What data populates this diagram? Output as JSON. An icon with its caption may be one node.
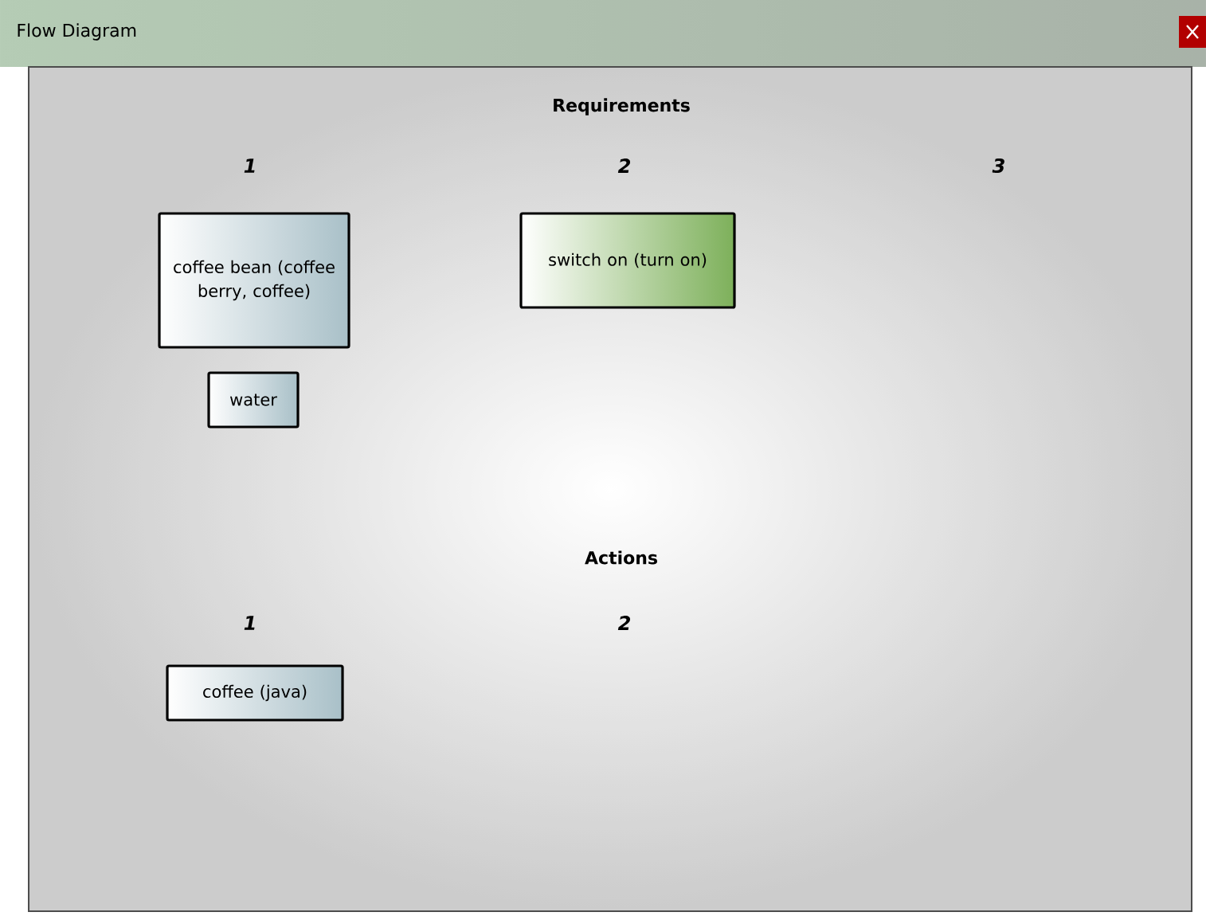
{
  "diagram": {
    "title": "Flow Diagram",
    "nodes": [
      {
        "text": [
          "coffee bean (coffee berry, coffee)"
        ]
      },
      {
        "text": [
          "switch on (turn on)"
        ]
      },
      {
        "text": [
          "water"
        ]
      },
      {
        "text": [
          "coffee (java)"
        ]
      }
    ],
    "labels": [
      "Requirements",
      "1",
      "2",
      "3",
      "Actions",
      "1",
      "2"
    ]
  }
}
